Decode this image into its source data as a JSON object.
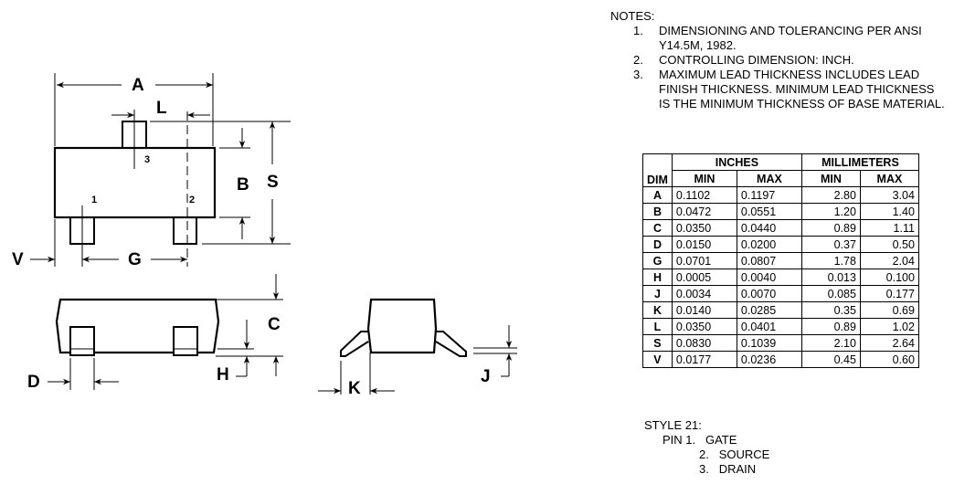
{
  "drawing": {
    "dimension_labels": {
      "A": "A",
      "L": "L",
      "B": "B",
      "S": "S",
      "V": "V",
      "G": "G",
      "C": "C",
      "H": "H",
      "D": "D",
      "K": "K",
      "J": "J"
    },
    "pin_numbers": [
      "1",
      "2",
      "3"
    ]
  },
  "notes": {
    "title": "NOTES:",
    "items": [
      {
        "num": "1.",
        "text": "DIMENSIONING AND TOLERANCING PER ANSI Y14.5M, 1982."
      },
      {
        "num": "2.",
        "text": "CONTROLLING DIMENSION: INCH."
      },
      {
        "num": "3.",
        "text": "MAXIMUM LEAD THICKNESS INCLUDES LEAD FINISH THICKNESS. MINIMUM LEAD THICKNESS IS THE MINIMUM THICKNESS OF BASE MATERIAL."
      }
    ]
  },
  "table": {
    "group_headers": [
      "INCHES",
      "MILLIMETERS"
    ],
    "columns": [
      "DIM",
      "MIN",
      "MAX",
      "MIN",
      "MAX"
    ],
    "rows": [
      [
        "A",
        "0.1102",
        "0.1197",
        "2.80",
        "3.04"
      ],
      [
        "B",
        "0.0472",
        "0.0551",
        "1.20",
        "1.40"
      ],
      [
        "C",
        "0.0350",
        "0.0440",
        "0.89",
        "1.11"
      ],
      [
        "D",
        "0.0150",
        "0.0200",
        "0.37",
        "0.50"
      ],
      [
        "G",
        "0.0701",
        "0.0807",
        "1.78",
        "2.04"
      ],
      [
        "H",
        "0.0005",
        "0.0040",
        "0.013",
        "0.100"
      ],
      [
        "J",
        "0.0034",
        "0.0070",
        "0.085",
        "0.177"
      ],
      [
        "K",
        "0.0140",
        "0.0285",
        "0.35",
        "0.69"
      ],
      [
        "L",
        "0.0350",
        "0.0401",
        "0.89",
        "1.02"
      ],
      [
        "S",
        "0.0830",
        "0.1039",
        "2.10",
        "2.64"
      ],
      [
        "V",
        "0.0177",
        "0.0236",
        "0.45",
        "0.60"
      ]
    ]
  },
  "style": {
    "title": "STYLE 21:",
    "pins": [
      {
        "prefix": "PIN 1.",
        "name": "GATE"
      },
      {
        "prefix": "2.",
        "name": "SOURCE"
      },
      {
        "prefix": "3.",
        "name": "DRAIN"
      }
    ]
  }
}
